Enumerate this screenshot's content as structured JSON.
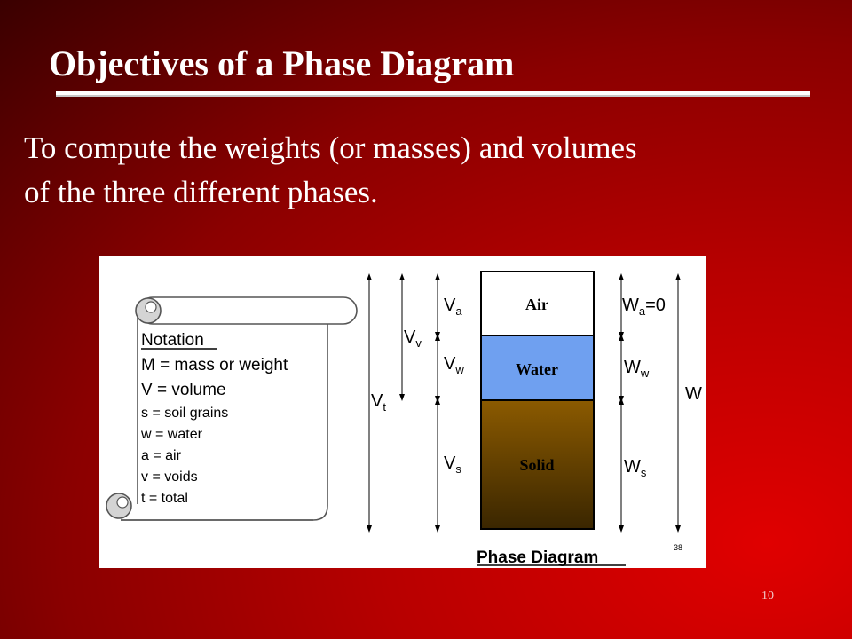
{
  "slide": {
    "title": "Objectives of a Phase Diagram",
    "body_line1": "To compute the weights (or masses) and volumes",
    "body_line2": "of the three different phases.",
    "page_number": "10"
  },
  "notation": {
    "heading": "Notation",
    "items": [
      "M = mass or weight",
      "V = volume",
      "s = soil grains",
      "w = water",
      "a = air",
      "v = voids",
      "t = total"
    ]
  },
  "phases": {
    "air": "Air",
    "water": "Water",
    "solid": "Solid"
  },
  "volume_labels": {
    "va": "V",
    "va_sub": "a",
    "vw": "V",
    "vw_sub": "w",
    "vs": "V",
    "vs_sub": "s",
    "vv": "V",
    "vv_sub": "v",
    "vt": "V",
    "vt_sub": "t"
  },
  "weight_labels": {
    "wa": "W",
    "wa_sub": "a",
    "wa_suffix": "=0",
    "ww": "W",
    "ww_sub": "w",
    "ws": "W",
    "ws_sub": "s",
    "wt": "W"
  },
  "caption": "Phase Diagram",
  "source_page": "38",
  "colors": {
    "air": "#ffffff",
    "water": "#6fa0f0",
    "solid_top": "#8b5a00",
    "solid_bottom": "#3a2600"
  }
}
